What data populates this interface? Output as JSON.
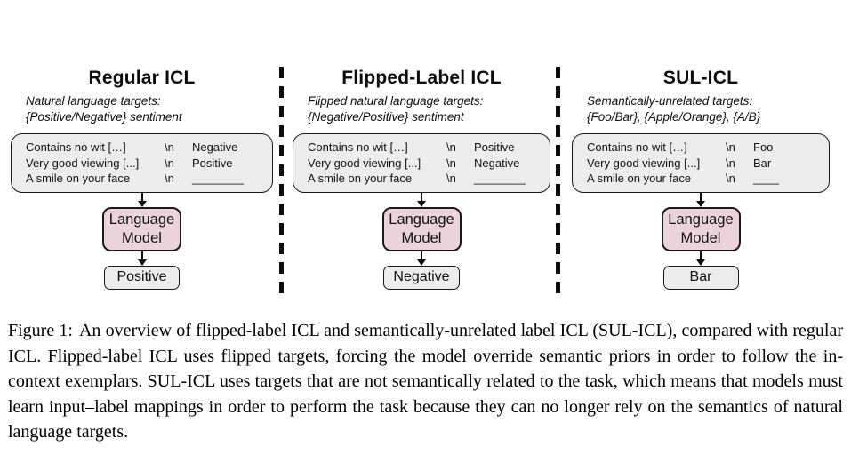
{
  "figure": {
    "panels": [
      {
        "title": "Regular ICL",
        "subtitle_line1": "Natural language targets:",
        "subtitle_line2": "{Positive/Negative} sentiment",
        "examples": [
          {
            "input": "Contains no wit […]",
            "sep": "\\n",
            "target": "Negative"
          },
          {
            "input": "Very good viewing [...]",
            "sep": "\\n",
            "target": "Positive"
          },
          {
            "input": "A smile on your face",
            "sep": "\\n",
            "target": "________"
          }
        ],
        "model_line1": "Language",
        "model_line2": "Model",
        "output": "Positive"
      },
      {
        "title": "Flipped-Label ICL",
        "subtitle_line1": "Flipped natural language targets:",
        "subtitle_line2": "{Negative/Positive} sentiment",
        "examples": [
          {
            "input": "Contains no wit […]",
            "sep": "\\n",
            "target": "Positive"
          },
          {
            "input": "Very good viewing [...]",
            "sep": "\\n",
            "target": "Negative"
          },
          {
            "input": "A smile on your face",
            "sep": "\\n",
            "target": "________"
          }
        ],
        "model_line1": "Language",
        "model_line2": "Model",
        "output": "Negative"
      },
      {
        "title": "SUL-ICL",
        "subtitle_line1": "Semantically-unrelated targets:",
        "subtitle_line2": "{Foo/Bar}, {Apple/Orange}, {A/B}",
        "examples": [
          {
            "input": "Contains no wit […]",
            "sep": "\\n",
            "target": "Foo"
          },
          {
            "input": "Very good viewing [...]",
            "sep": "\\n",
            "target": "Bar"
          },
          {
            "input": "A smile on your face",
            "sep": "\\n",
            "target": "____"
          }
        ],
        "model_line1": "Language",
        "model_line2": "Model",
        "output": "Bar"
      }
    ],
    "colors": {
      "model_box_fill": "#ecd2da",
      "examples_box_fill": "#ececec",
      "output_box_fill": "#ececec",
      "border": "#1a1a1a"
    }
  },
  "caption": {
    "label": "Figure 1:",
    "text": "An overview of flipped-label ICL and semantically-unrelated label ICL (SUL-ICL), compared with regular ICL. Flipped-label ICL uses flipped targets, forcing the model override semantic priors in order to follow the in-context exemplars. SUL-ICL uses targets that are not semantically related to the task, which means that models must learn input–label mappings in order to perform the task because they can no longer rely on the semantics of natural language targets."
  }
}
